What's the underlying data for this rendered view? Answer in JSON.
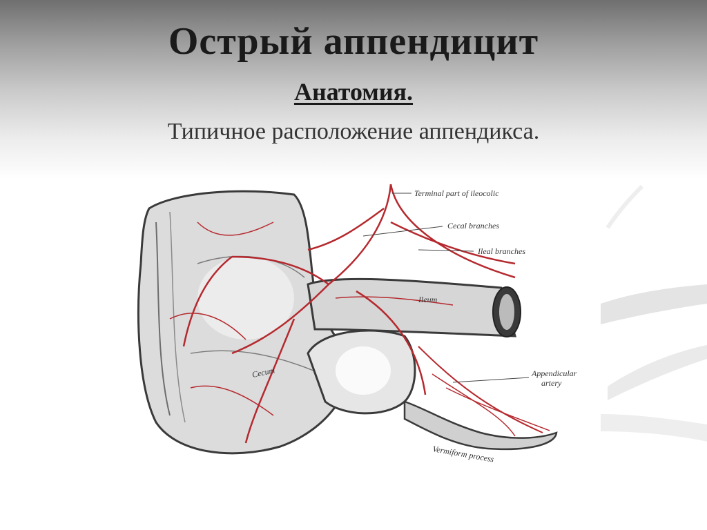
{
  "slide": {
    "title": "Острый аппендицит",
    "subtitle": "Анатомия.",
    "caption": "Типичное расположение аппендикса."
  },
  "figure": {
    "labels": {
      "terminal_ileocolic": "Terminal part of ileocolic",
      "cecal_branches": "Cecal branches",
      "ileal_branches": "Ileal branches",
      "ileum": "Ileum",
      "cecum": "Cecum",
      "appendicular_artery_line1": "Appendicular",
      "appendicular_artery_line2": "artery",
      "vermiform_process": "Vermiform process"
    }
  },
  "colors": {
    "artery": "#b5292e",
    "organ_outline": "#3a3a3a",
    "title_text": "#1a1a1a"
  }
}
